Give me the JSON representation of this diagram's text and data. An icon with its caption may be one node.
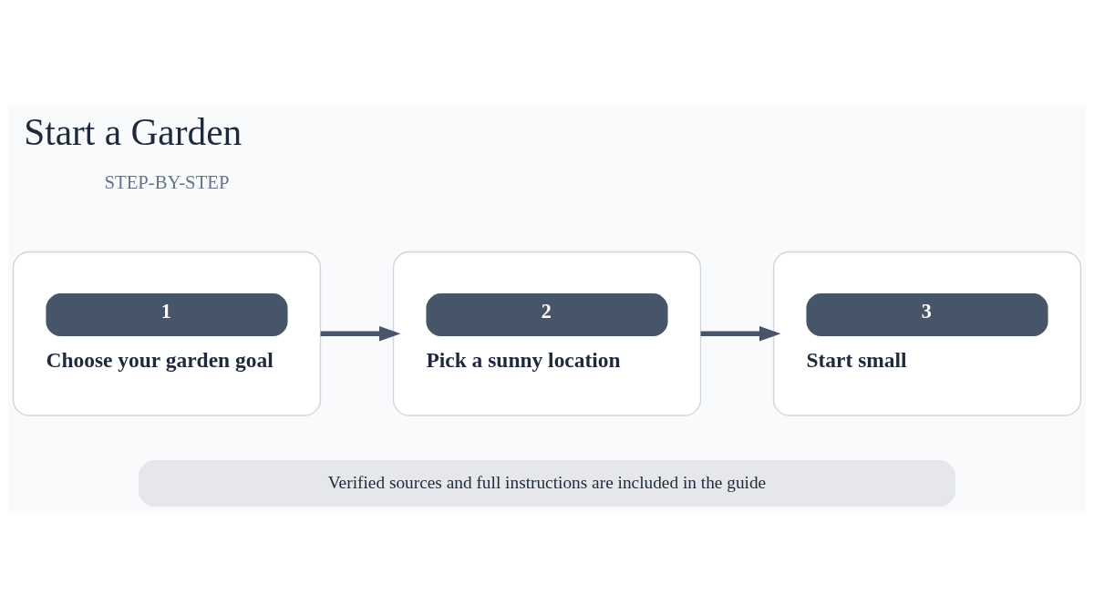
{
  "diagram": {
    "title": "Start a Garden",
    "nodes": [
      {
        "text": [
          "1",
          "Choose your garden goal"
        ]
      },
      {
        "text": [
          "2",
          "Pick a sunny location"
        ]
      },
      {
        "text": [
          "3",
          "Start small"
        ]
      }
    ],
    "edges": [
      {
        "from": 0,
        "to": 1,
        "arrow": "to"
      },
      {
        "from": 1,
        "to": 2,
        "arrow": "to"
      }
    ],
    "labels": [
      "STEP-BY-STEP",
      "Verified sources and full instructions are included in the guide"
    ]
  }
}
